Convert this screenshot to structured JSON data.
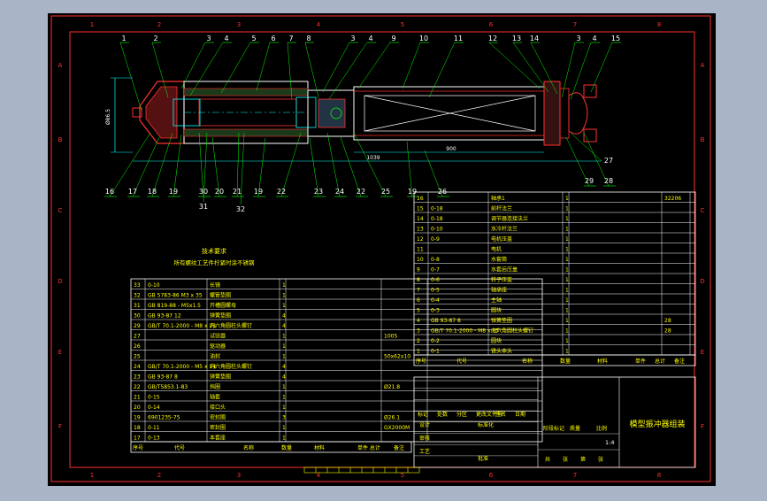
{
  "colors": {
    "background": "#a9b5c6",
    "sheet": "#000000",
    "frame": "#ff3030",
    "table_line": "#ffffff",
    "text": "#ffff00",
    "leader": "#00ff00",
    "detail": "#00ffff",
    "section": "#ff3030"
  },
  "zones": {
    "columns": [
      "1",
      "2",
      "3",
      "4",
      "5",
      "6",
      "7",
      "8"
    ],
    "rows": [
      "A",
      "B",
      "C",
      "D",
      "E",
      "F"
    ]
  },
  "dimensions": {
    "diameter": "Ø86.5",
    "length": "1039",
    "bore": "900"
  },
  "balloons": {
    "top": [
      "1",
      "2",
      "3",
      "4",
      "5",
      "6",
      "7",
      "8",
      "3",
      "4",
      "9",
      "10",
      "11",
      "12",
      "13",
      "14",
      "3",
      "4",
      "15"
    ],
    "bottom": [
      "16",
      "17",
      "18",
      "19",
      "30",
      "20",
      "21",
      "19",
      "22",
      "23",
      "24",
      "22",
      "25",
      "19",
      "26",
      "29",
      "28"
    ],
    "inner": [
      "31",
      "32"
    ],
    "right": [
      "27"
    ]
  },
  "notes": {
    "title": "技术要求",
    "text": "所有螺纹工艺件拧紧时涂不锈钢"
  },
  "left_bom": {
    "rows": [
      [
        "33",
        "0-10",
        "长镜",
        "1",
        "",
        ""
      ],
      [
        "32",
        "GB 5783-86 M3 x 35",
        "螺管垫圈",
        "1",
        "",
        ""
      ],
      [
        "31",
        "GB 819-88 - M5x1.5",
        "开槽圆螺母",
        "1",
        "",
        ""
      ],
      [
        "30",
        "GB 93-87  12",
        "弹簧垫圈",
        "4",
        "",
        ""
      ],
      [
        "29",
        "GB/T 70.1-2000 - M8 x 25",
        "内六角圆柱头螺钉",
        "4",
        "",
        ""
      ],
      [
        "27",
        "",
        "试验器",
        "1",
        "",
        "1005"
      ],
      [
        "26",
        "",
        "驱动器",
        "1",
        "",
        ""
      ],
      [
        "25",
        "",
        "油封",
        "1",
        "",
        "50x62x10"
      ],
      [
        "24",
        "GB/T 70.1-2000 - M5 x 14",
        "内六角圆柱头螺钉",
        "4",
        "",
        ""
      ],
      [
        "23",
        "GB 93-87  8",
        "弹簧垫圈",
        "4",
        "",
        ""
      ],
      [
        "22",
        "GB/T5853.1-83",
        "挡圈",
        "1",
        "",
        "Ø21.8"
      ],
      [
        "21",
        "0-15",
        "轴套",
        "1",
        "",
        ""
      ],
      [
        "20",
        "0-14",
        "接口头",
        "1",
        "",
        ""
      ],
      [
        "19",
        "6901235-75",
        "密封圈",
        "3",
        "",
        "Ø26.1"
      ],
      [
        "18",
        "0-11",
        "密封圈",
        "1",
        "",
        "GX2000M"
      ],
      [
        "17",
        "0-13",
        "本套座",
        "1",
        "",
        ""
      ]
    ],
    "header": [
      "序号",
      "代号",
      "名称",
      "数量",
      "材料",
      "",
      "单件 总计",
      "备注"
    ],
    "header_cols": [
      "单件",
      "总计"
    ]
  },
  "right_bom": {
    "rows": [
      [
        "16",
        "",
        "轴承1",
        "1",
        "",
        "32206"
      ],
      [
        "15",
        "0-18",
        "前杆法兰",
        "1",
        "",
        ""
      ],
      [
        "14",
        "0-18",
        "调节器连接法兰",
        "1",
        "",
        ""
      ],
      [
        "13",
        "0-10",
        "水冷杆法兰",
        "1",
        "",
        ""
      ],
      [
        "12",
        "0-9",
        "电机压盖",
        "1",
        "",
        ""
      ],
      [
        "11",
        "",
        "电机",
        "1",
        "",
        ""
      ],
      [
        "10",
        "0-8",
        "水套筒",
        "1",
        "",
        ""
      ],
      [
        "9",
        "0-7",
        "水套后压盖",
        "1",
        "",
        ""
      ],
      [
        "8",
        "0-6",
        "转子压盖",
        "1",
        "",
        ""
      ],
      [
        "7",
        "0-5",
        "轴承座",
        "1",
        "",
        ""
      ],
      [
        "6",
        "0-4",
        "主轴",
        "1",
        "",
        ""
      ],
      [
        "5",
        "0-3",
        "圆块",
        "1",
        "",
        ""
      ],
      [
        "4",
        "GB 93-87  8",
        "弹簧垫圈",
        "1",
        "",
        "28"
      ],
      [
        "3",
        "GB/T 70.1-2000 - M8 x 25",
        "内六角圆柱头螺钉",
        "1",
        "",
        "28"
      ],
      [
        "2",
        "0-2",
        "圆块",
        "1",
        "",
        ""
      ],
      [
        "1",
        "0-1",
        "锥头本头",
        "1",
        "",
        ""
      ]
    ],
    "header": [
      "序号",
      "代号",
      "名称",
      "数量",
      "材料",
      "单件",
      "总计",
      "备注"
    ]
  },
  "title_block": {
    "drawing_title": "模型振冲器组装",
    "rev_headers": [
      "标记",
      "处数",
      "分区",
      "更改文件号",
      "签名",
      "日期"
    ],
    "roles": [
      "设计",
      "审核",
      "工艺"
    ],
    "role_values": [
      "",
      "标准化",
      "",
      "批准"
    ],
    "stage_headers": [
      "阶段标记",
      "质量",
      "比例"
    ],
    "scale": "1:4",
    "sheet_info": [
      "共",
      "张",
      "第",
      "张"
    ]
  }
}
